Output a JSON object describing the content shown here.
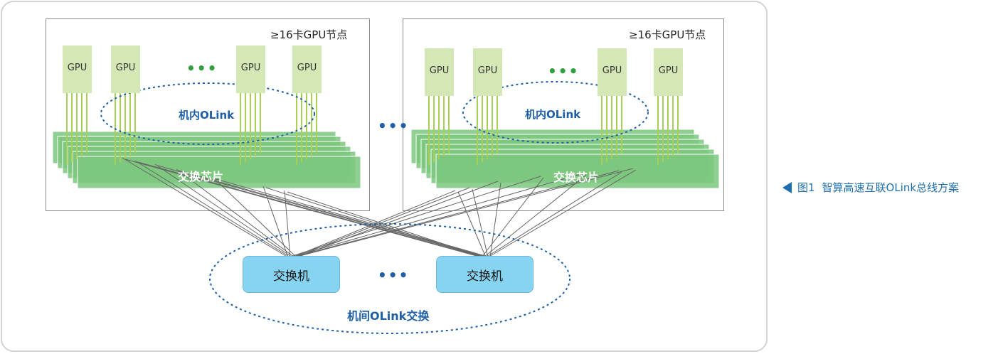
{
  "nodes": [
    {
      "title": "≥16卡GPU节点",
      "gpus": [
        "GPU",
        "GPU",
        "GPU",
        "GPU"
      ],
      "gpu_dots": "•••",
      "intra_label": "机内OLink",
      "switch_chip_label": "交换芯片"
    },
    {
      "title": "≥16卡GPU节点",
      "gpus": [
        "GPU",
        "GPU",
        "GPU",
        "GPU"
      ],
      "gpu_dots": "•••",
      "intra_label": "机内OLink",
      "switch_chip_label": "交换芯片"
    }
  ],
  "node_dots": "•••",
  "switches": [
    "交换机",
    "交换机"
  ],
  "switch_dots": "•••",
  "inter_label": "机间OLink交换",
  "caption": {
    "figure": "图1",
    "text": "智算高速互联OLink总线方案"
  },
  "colors": {
    "gpu": "#d3e8b5",
    "switch_chip": "#7cc77f",
    "switch": "#87d4f0",
    "accent_blue": "#1f5fa8",
    "caption_blue": "#1f6fb0"
  }
}
